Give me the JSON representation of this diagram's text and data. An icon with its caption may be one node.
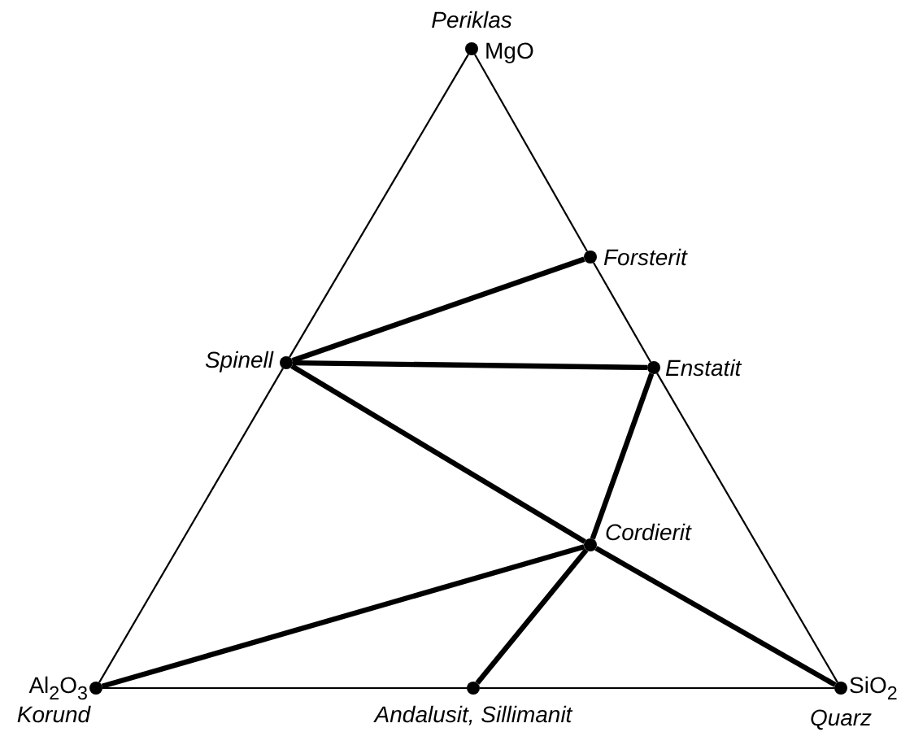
{
  "diagram": {
    "nodes": [
      {
        "text": [
          "Periklas",
          "MgO"
        ]
      },
      {
        "text": [
          "Forsterit"
        ]
      },
      {
        "text": [
          "Spinell"
        ]
      },
      {
        "text": [
          "Enstatit"
        ]
      },
      {
        "text": [
          "Cordierit"
        ]
      },
      {
        "text": [
          "Al$_{2}$O$_{3}$",
          "Korund"
        ]
      },
      {
        "text": [
          "Andalusit, Sillimanit"
        ]
      },
      {
        "text": [
          "SiO$_{2}$",
          "Quarz"
        ]
      }
    ],
    "edges": [
      {
        "from": 0,
        "to": 1,
        "arrow": "none"
      },
      {
        "from": 1,
        "to": 3,
        "arrow": "none"
      },
      {
        "from": 3,
        "to": 7,
        "arrow": "none"
      },
      {
        "from": 0,
        "to": 2,
        "arrow": "none"
      },
      {
        "from": 2,
        "to": 5,
        "arrow": "none"
      },
      {
        "from": 5,
        "to": 6,
        "arrow": "none"
      },
      {
        "from": 6,
        "to": 7,
        "arrow": "none"
      },
      {
        "from": 2,
        "to": 1,
        "arrow": "none",
        "style": "thick"
      },
      {
        "from": 2,
        "to": 3,
        "arrow": "none",
        "style": "thick"
      },
      {
        "from": 2,
        "to": 4,
        "arrow": "none",
        "style": "thick"
      },
      {
        "from": 3,
        "to": 4,
        "arrow": "none",
        "style": "thick"
      },
      {
        "from": 4,
        "to": 5,
        "arrow": "none",
        "style": "thick"
      },
      {
        "from": 4,
        "to": 6,
        "arrow": "none",
        "style": "thick"
      },
      {
        "from": 4,
        "to": 7,
        "arrow": "none",
        "style": "thick"
      }
    ]
  }
}
